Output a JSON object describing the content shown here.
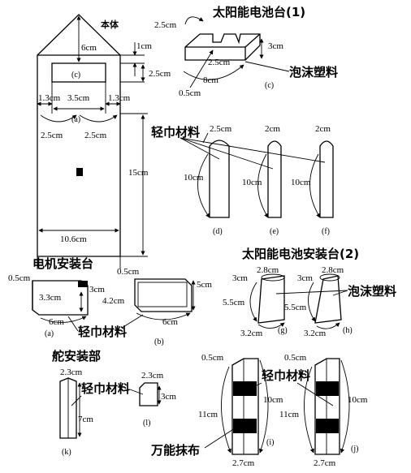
{
  "body": {
    "title": "本体",
    "dims": {
      "d6": "6cm",
      "d1": "1cm",
      "d25v": "2.5cm",
      "d13l": "1.3cm",
      "d35": "3.5cm",
      "d13r": "1.3cm",
      "d25l": "2.5cm",
      "d25r": "2.5cm",
      "d15": "15cm",
      "d106": "10.6cm"
    },
    "tags": {
      "c": "(c)",
      "a": "(a)"
    }
  },
  "solar1": {
    "title": "太阳能电池台(1)",
    "dims": {
      "d25a": "2.5cm",
      "d3": "3cm",
      "d25b": "2.5cm",
      "d8": "8cm",
      "d05": "0.5cm"
    },
    "material": "泡沫塑料",
    "tag": "(c)"
  },
  "panels": {
    "material": "轻巾材料",
    "d": {
      "top": "2.5cm",
      "side": "10cm",
      "tag": "(d)"
    },
    "e": {
      "top": "2cm",
      "side": "10cm",
      "tag": "(e)"
    },
    "f": {
      "top": "2cm",
      "side": "10cm",
      "tag": "(f)"
    }
  },
  "motor": {
    "title": "电机安装台",
    "a": {
      "d05": "0.5cm",
      "d33": "3.3cm",
      "d3": "3cm",
      "d6": "6cm",
      "tag": "(a)"
    },
    "b": {
      "d05": "0.5cm",
      "d5": "5cm",
      "d42": "4.2cm",
      "d6": "6cm",
      "tag": "(b)"
    },
    "material": "轻巾材料"
  },
  "solar2": {
    "title": "太阳能电池安装台(2)",
    "g": {
      "d28": "2.8cm",
      "d3": "3cm",
      "d55": "5.5cm",
      "d32": "3.2cm",
      "tag": "(g)"
    },
    "h": {
      "d28": "2.8cm",
      "d3": "3cm",
      "d55": "5.5cm",
      "d32": "3.2cm",
      "tag": "(h)"
    },
    "material": "泡沫塑料"
  },
  "rudder": {
    "title": "舵安装部",
    "k": {
      "d23": "2.3cm",
      "d7": "7cm",
      "tag": "(k)"
    },
    "l": {
      "d23": "2.3cm",
      "d3": "3cm",
      "tag": "(l)"
    },
    "material": "轻巾材料"
  },
  "sticks": {
    "i": {
      "d05": "0.5cm",
      "d11": "11cm",
      "d10": "10cm",
      "d27": "2.7cm",
      "tag": "(i)"
    },
    "j": {
      "d05": "0.5cm",
      "d11": "11cm",
      "d10": "10cm",
      "d27": "2.7cm",
      "tag": "(j)"
    },
    "material": "轻巾材料",
    "cloth": "万能抹布"
  }
}
